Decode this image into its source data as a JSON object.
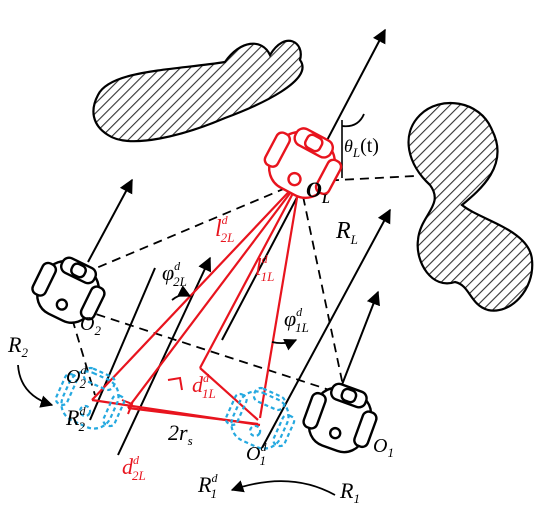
{
  "colors": {
    "black": "#000000",
    "red": "#e8141e",
    "cyan": "#25a9e0",
    "hatch": "#333333"
  },
  "labels": {
    "theta": {
      "main": "θ",
      "sub": "L",
      "rest": "(t)"
    },
    "OL": {
      "main": "O",
      "sub": "L"
    },
    "RL": {
      "main": "R",
      "sub": "L"
    },
    "l2L": {
      "main": "l",
      "sup": "d",
      "sub": "2L"
    },
    "l1L": {
      "main": "l",
      "sup": "d",
      "sub": "1L"
    },
    "phi2L": {
      "main": "φ",
      "sup": "d",
      "sub": "2L"
    },
    "phi1L": {
      "main": "φ",
      "sup": "d",
      "sub": "1L"
    },
    "O2": {
      "main": "O",
      "sub": "2"
    },
    "R2": {
      "main": "R",
      "sub": "2"
    },
    "O2d": {
      "main": "O",
      "sup": "d",
      "sub": "2"
    },
    "R2d": {
      "main": "R",
      "sup": "d",
      "sub": "2"
    },
    "d1L": {
      "main": "d",
      "sup": "d",
      "sub": "1L"
    },
    "twors": {
      "main": "2r",
      "sub": "s"
    },
    "O1d": {
      "main": "O",
      "sup": "d",
      "sub": "1"
    },
    "O1": {
      "main": "O",
      "sub": "1"
    },
    "d2L": {
      "main": "d",
      "sup": "d",
      "sub": "2L"
    },
    "R1d": {
      "main": "R",
      "sup": "d",
      "sub": "1"
    },
    "R1": {
      "main": "R",
      "sub": "1"
    }
  }
}
